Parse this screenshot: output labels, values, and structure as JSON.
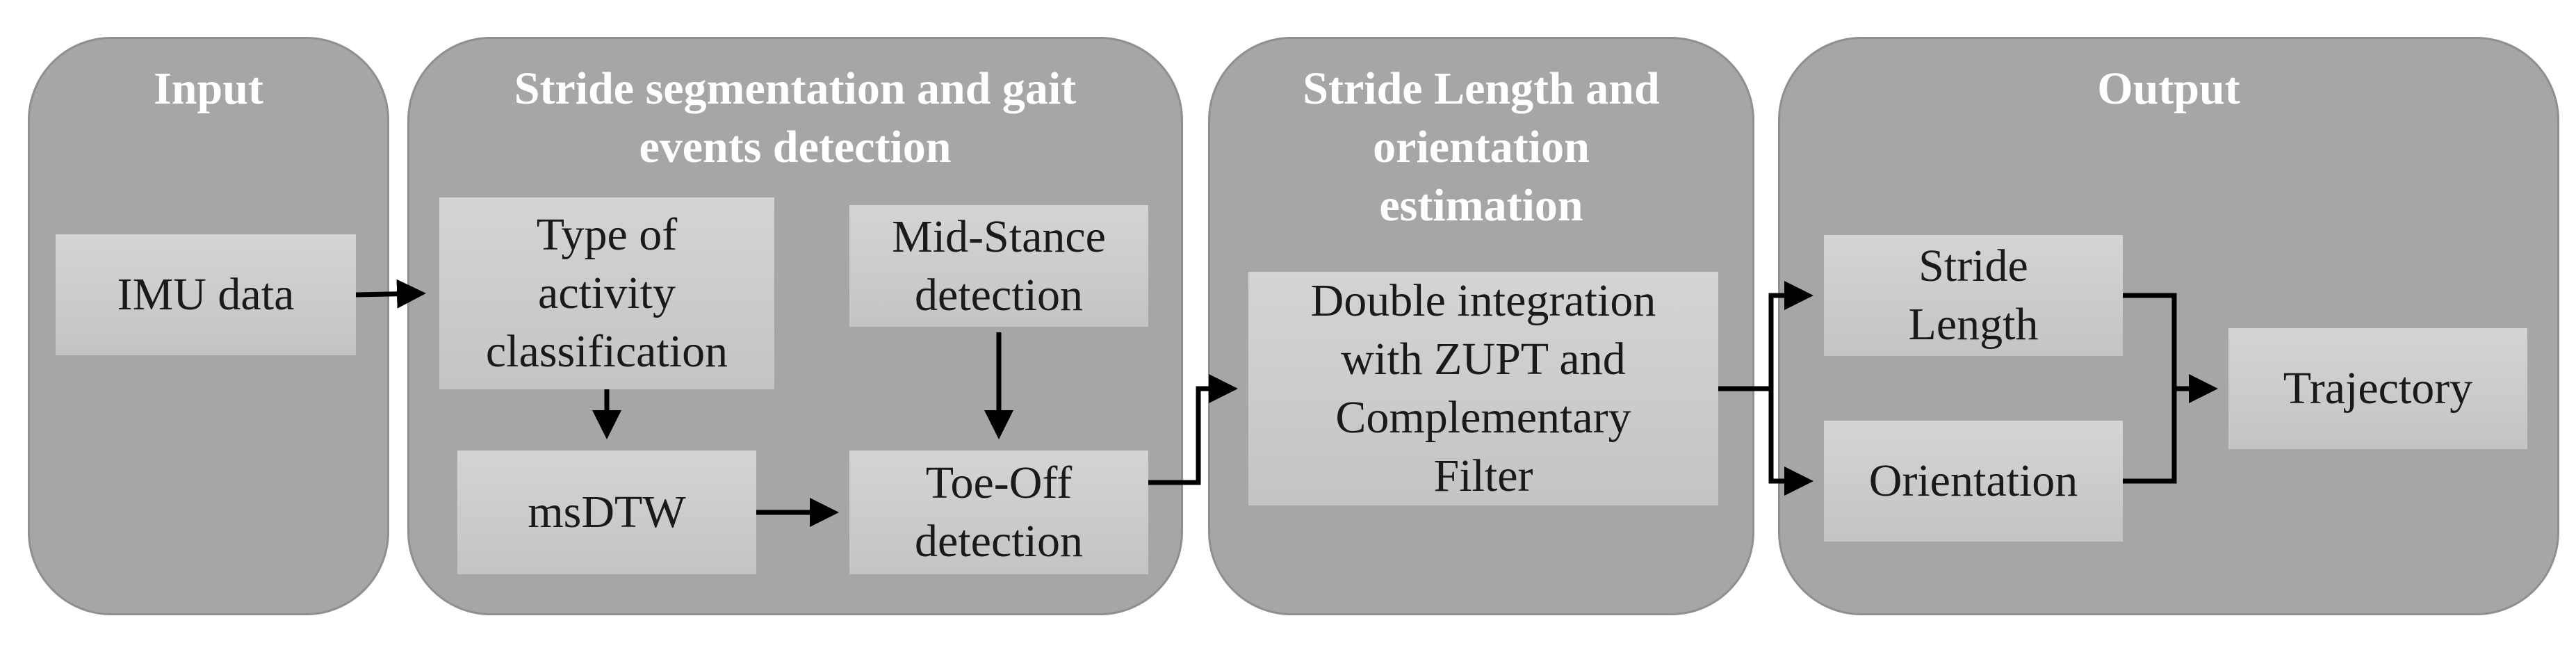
{
  "panels": {
    "input": {
      "title": "Input"
    },
    "segmentation": {
      "title": "Stride segmentation and gait\nevents detection"
    },
    "estimation": {
      "title": "Stride Length and\norientation\nestimation"
    },
    "output": {
      "title": "Output"
    }
  },
  "boxes": {
    "imu_data": "IMU data",
    "activity_classification": "Type of\nactivity\nclassification",
    "mid_stance": "Mid-Stance\ndetection",
    "msdtw": "msDTW",
    "toe_off": "Toe-Off\ndetection",
    "double_integration": "Double integration\nwith ZUPT and\nComplementary\nFilter",
    "stride_length": "Stride\nLength",
    "orientation": "Orientation",
    "trajectory": "Trajectory"
  },
  "colors": {
    "panel_fill": "#a6a6a6",
    "box_fill": "#cccccc",
    "title_text": "#ffffff",
    "arrow": "#000000"
  }
}
